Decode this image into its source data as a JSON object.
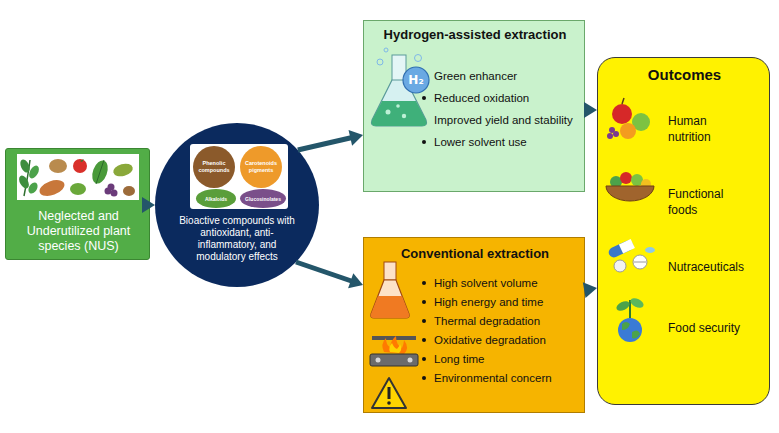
{
  "diagram": {
    "nodes": [
      {
        "text": [
          "Neglected and Underutilized plant species (NUS)"
        ]
      },
      {
        "text": [
          "Bioactive compounds with antioxidant, anti-inflammatory, and modulatory effects"
        ]
      },
      {
        "text": [
          "Phenolic compounds"
        ],
        "in": 1
      },
      {
        "text": [
          "Carotenoids pigments"
        ],
        "in": 1
      },
      {
        "text": [
          "Alkaloids"
        ],
        "in": 1
      },
      {
        "text": [
          "Glucosinolates"
        ],
        "in": 1
      },
      {
        "text": [
          "Hydrogen-assisted extraction",
          "Green enhancer",
          "Reduced oxidation",
          "Improved yield and stability",
          "Lower solvent use"
        ]
      },
      {
        "text": [
          "Conventional extraction",
          "High solvent volume",
          "High energy and time",
          "Thermal degradation",
          "Oxidative degradation",
          "Long time",
          "Environmental concern"
        ]
      },
      {
        "text": [
          "Outcomes",
          "Human nutrition",
          "Functional foods",
          "Nutraceuticals",
          "Food security"
        ]
      }
    ],
    "edges": [
      {
        "from": 0,
        "to": 1,
        "arrow": "to"
      },
      {
        "from": 1,
        "to": 6,
        "arrow": "to"
      },
      {
        "from": 1,
        "to": 7,
        "arrow": "to"
      },
      {
        "from": 6,
        "to": 8,
        "arrow": "to"
      },
      {
        "from": 7,
        "to": 8,
        "arrow": "to"
      }
    ],
    "labels": [
      "H₂"
    ]
  }
}
